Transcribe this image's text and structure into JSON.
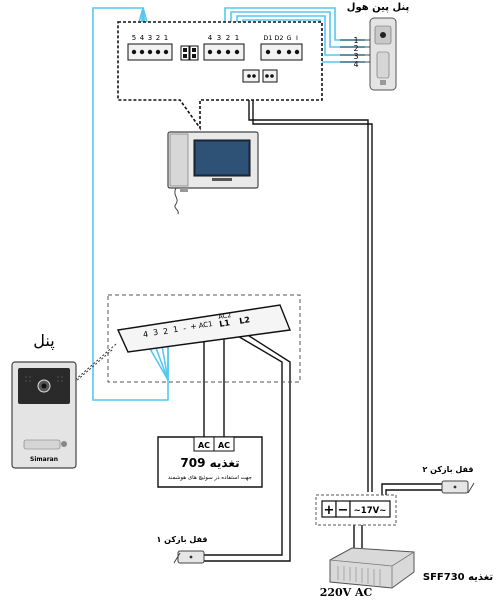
{
  "colors": {
    "cyan_wire": "#55c8f0",
    "black_wire": "#111111",
    "panel_silver": "#e4e4e4",
    "monitor_screen": "#1f3a5a"
  },
  "icons": {
    "monitor": "video-door-monitor",
    "outdoor_panel": "outdoor-camera-panel",
    "pinhole_panel": "pinhole-camera-panel",
    "lock": "door-lock",
    "power_supply": "power-supply-unit"
  },
  "monitor_terminals": {
    "block_a": [
      "5",
      "4",
      "3",
      "2",
      "1"
    ],
    "block_b": [
      "4",
      "3",
      "2",
      "1"
    ],
    "block_c": [
      "D1",
      "D2",
      "G",
      "I"
    ]
  },
  "pinhole_panel": {
    "label": "پنل پین هول",
    "pins": [
      "1",
      "2",
      "3",
      "4"
    ]
  },
  "main_panel": {
    "label": "پنل",
    "terminals": [
      "4",
      "3",
      "2",
      "1",
      "-",
      "+",
      "AC1",
      "AC2",
      "L1",
      "L2"
    ],
    "brand": "Simaran"
  },
  "supply_709": {
    "terminals": [
      "AC",
      "AC"
    ],
    "title": "تغذیه 709",
    "subtitle": "جهت استفاده در سوئیچ های هوشمند"
  },
  "lock_1": {
    "label": "قفل بازکن ۱"
  },
  "lock_2": {
    "label": "قفل بازکن ۲"
  },
  "terminal_17v": {
    "plus": "+",
    "minus": "−",
    "ac": "~17V~"
  },
  "sff730": {
    "label": "تغذیه SFF730",
    "input": "220V AC"
  }
}
